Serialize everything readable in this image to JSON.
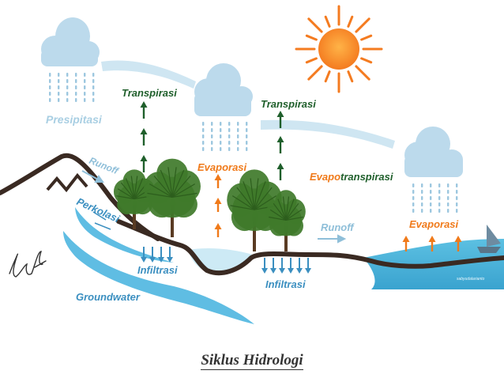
{
  "title": "Siklus Hidrologi",
  "watermark": "sabyudalarianto",
  "labels": {
    "presipitasi": "Presipitasi",
    "transpirasi_left": "Transpirasi",
    "transpirasi_right": "Transpirasi",
    "evaporasi_center": "Evaporasi",
    "evapotranspirasi_part1": "Evapo",
    "evapotranspirasi_part2": "transpirasi",
    "evaporasi_right": "Evaporasi",
    "runoff_left": "Runoff",
    "runoff_right": "Runoff",
    "perkolasi": "Perkolasi",
    "infiltrasi_left": "Infiltrasi",
    "infiltrasi_right": "Infiltrasi",
    "groundwater": "Groundwater"
  },
  "colors": {
    "sun": "#f47b20",
    "cloud": "#bcdaec",
    "rain": "#9cc7df",
    "transpiration": "#1f5f2b",
    "evaporation": "#f07a1a",
    "water": "#4fb3d9",
    "ground_line": "#3a2a22",
    "precip_label": "#a9cfe3",
    "runoff_label": "#8fbfd9",
    "infiltration_label": "#3b8fc0",
    "tree": "#3f7a2a",
    "trunk": "#5a3b23"
  }
}
